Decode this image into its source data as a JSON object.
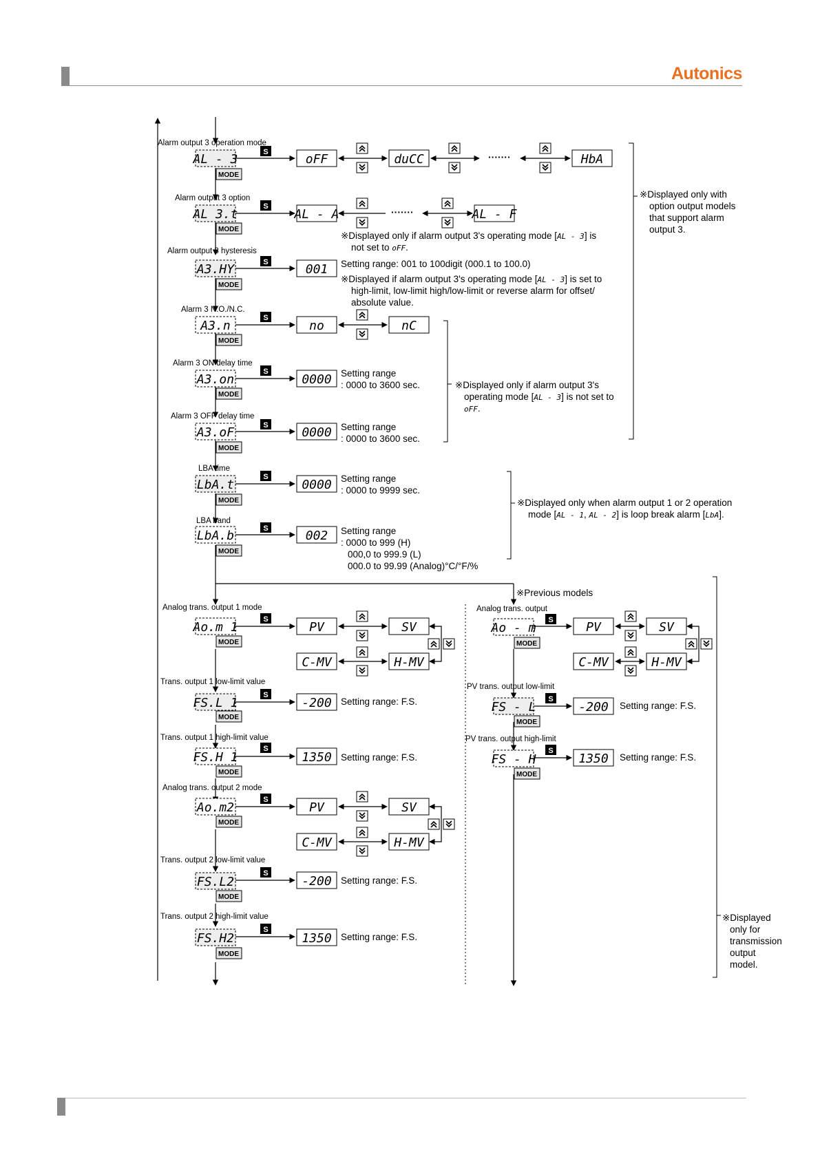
{
  "brand": {
    "logo_text": "Autonics"
  },
  "keys": {
    "mode": "MODE",
    "set": "S",
    "up": "⇑",
    "down": "⇓",
    "ellipsis": "·······"
  },
  "params": {
    "al3": {
      "label": "Alarm output 3 operation mode",
      "code": "AL - 3",
      "opts": [
        "oFF",
        "duCC",
        "HbA"
      ]
    },
    "al3t": {
      "label": "Alarm output 3 option",
      "code": "AL 3.t",
      "opts": [
        "AL - A",
        "AL - F"
      ]
    },
    "a3hy": {
      "label": "Alarm output 3 hysteresis",
      "code": "A3.HY",
      "value": "001",
      "range": "Setting range: 001 to 100digit (000.1 to 100.0)"
    },
    "a3n": {
      "label": "Alarm 3 N.O./N.C.",
      "code": "A3.n",
      "opts": [
        "no",
        "nC"
      ]
    },
    "a3on": {
      "label": "Alarm 3 ON delay time",
      "code": "A3.on",
      "value": "0000",
      "range1": "Setting range",
      "range2": ": 0000 to 3600 sec."
    },
    "a3of": {
      "label": "Alarm 3 OFF delay time",
      "code": "A3.oF",
      "value": "0000",
      "range1": "Setting range",
      "range2": ": 0000 to 3600 sec."
    },
    "lbat": {
      "label": "LBA time",
      "code": "LbA.t",
      "value": "0000",
      "range1": "Setting range",
      "range2": ": 0000 to 9999 sec."
    },
    "lbab": {
      "label": "LBA band",
      "code": "LbA.b",
      "value": "002",
      "range1": "Setting range",
      "range2": ": 0000 to 999 (H)",
      "range3": "000,0 to 999.9 (L)",
      "range4": "000.0 to 99.99 (Analog)°C/°F/%"
    },
    "aom1": {
      "label": "Analog trans. output 1 mode",
      "code": "Ao.m 1",
      "opts": [
        "PV",
        "SV",
        "H-MV",
        "C-MV"
      ]
    },
    "fsl1": {
      "label": "Trans. output 1 low-limit value",
      "code": "FS.L 1",
      "value": "-200",
      "range": "Setting range: F.S."
    },
    "fsh1": {
      "label": "Trans. output 1 high-limit value",
      "code": "FS.H 1",
      "value": "1350",
      "range": "Setting range: F.S."
    },
    "aom2": {
      "label": "Analog trans. output 2 mode",
      "code": "Ao.m2",
      "opts": [
        "PV",
        "SV",
        "H-MV",
        "C-MV"
      ]
    },
    "fsl2": {
      "label": "Trans. output 2 low-limit value",
      "code": "FS.L2",
      "value": "-200",
      "range": "Setting range: F.S."
    },
    "fsh2": {
      "label": "Trans. output 2 high-limit value",
      "code": "FS.H2",
      "value": "1350",
      "range": "Setting range: F.S."
    },
    "aom": {
      "label": "Analog trans. output",
      "code": "Ao - m",
      "opts": [
        "PV",
        "SV",
        "H-MV",
        "C-MV"
      ]
    },
    "fsl": {
      "label": "PV trans. output low-limit",
      "code": "FS - L",
      "value": "-200",
      "range": "Setting range: F.S."
    },
    "fsh": {
      "label": "PV trans. output high-limit",
      "code": "FS - H",
      "value": "1350",
      "range": "Setting range: F.S."
    }
  },
  "notes": {
    "al3t_a": "※Displayed only if alarm output 3's operating mode [",
    "al3t_b": "AL - 3",
    "al3t_c": "] is",
    "al3t_d": "not set to ",
    "al3t_e": "oFF",
    "al3t_f": ".",
    "a3hy_1a": "※Displayed if alarm output 3's operating mode [",
    "a3hy_1b": "AL - 3",
    "a3hy_1c": "] is set to",
    "a3hy_2": "high-limit, low-limit high/low-limit or reverse alarm for offset/",
    "a3hy_3": "absolute value.",
    "a3_1": "※Displayed only if alarm output 3's",
    "a3_2a": "operating mode [",
    "a3_2b": "AL - 3",
    "a3_2c": "] is not set to",
    "a3_3a": "oFF",
    "a3_3b": ".",
    "opt_1": "※Displayed only with",
    "opt_2": "option output models",
    "opt_3": "that support alarm",
    "opt_4": "output 3.",
    "lba_1": "※Displayed only when alarm output 1 or 2 operation",
    "lba_2a": "mode [",
    "lba_2b": "AL - 1",
    "lba_2c": ", ",
    "lba_2d": "AL - 2",
    "lba_2e": "] is loop break alarm [",
    "lba_2f": "LbA",
    "lba_2g": "].",
    "prev": "※Previous models",
    "trans_1": "※Displayed",
    "trans_2": "only for",
    "trans_3": "transmission",
    "trans_4": "output",
    "trans_5": "model."
  }
}
